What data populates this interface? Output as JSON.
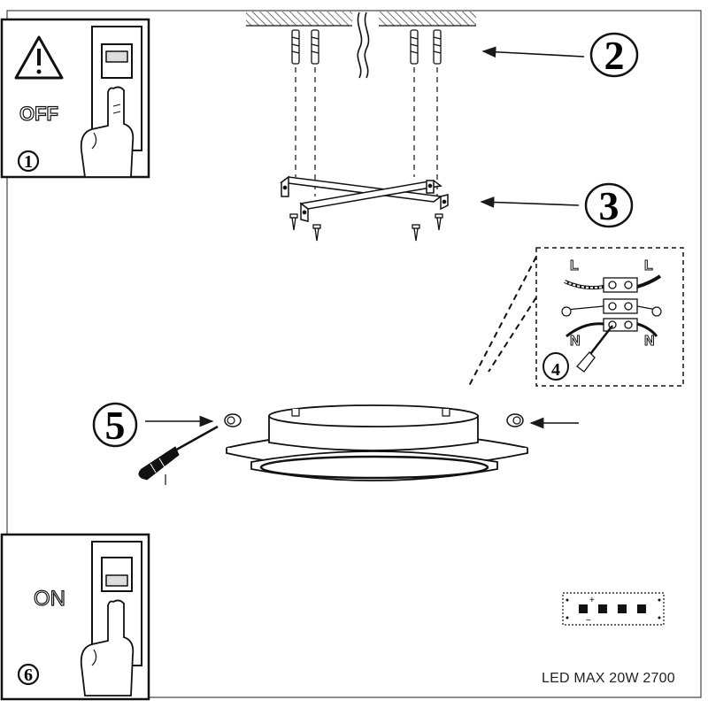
{
  "step1": {
    "number": "1",
    "label": "OFF"
  },
  "step2": {
    "number": "2"
  },
  "step3": {
    "number": "3"
  },
  "step4": {
    "number": "4",
    "wires": {
      "top_left": "L",
      "top_right": "L",
      "bottom_left": "N",
      "bottom_right": "N"
    }
  },
  "step5": {
    "number": "5"
  },
  "step6": {
    "number": "6",
    "label": "ON"
  },
  "led_strip": {
    "plus": "+",
    "minus": "−"
  },
  "spec": {
    "text": "LED MAX 20W 2700"
  },
  "colors": {
    "line": "#1a1a1a",
    "background": "#ffffff"
  },
  "icons": [
    "warning-icon",
    "switch-off-icon",
    "switch-on-icon",
    "screwdriver-icon",
    "wall-plug-icon",
    "screw-icon"
  ]
}
